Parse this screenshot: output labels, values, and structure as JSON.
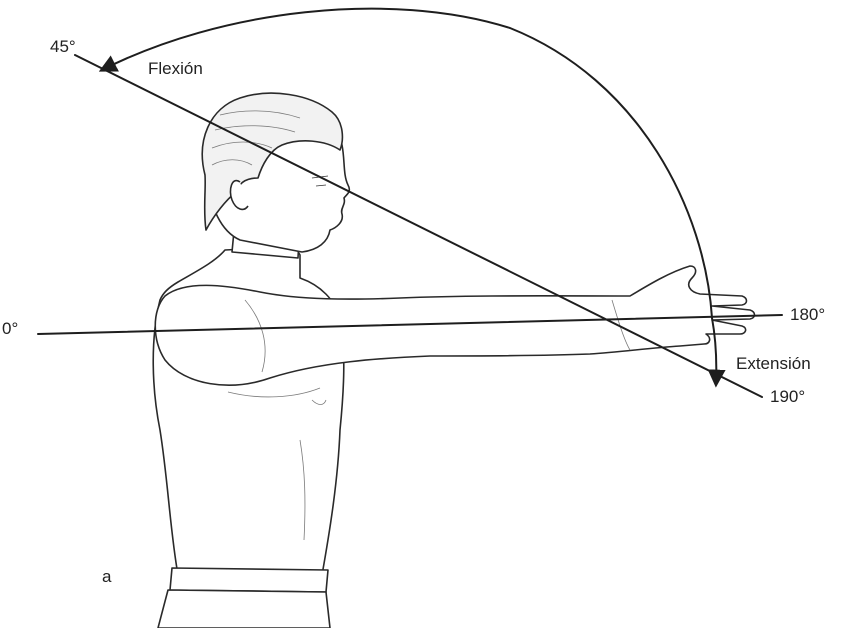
{
  "figure": {
    "panel_label": "a",
    "angles": {
      "start": "0°",
      "flexion_end": "180°",
      "extension_end": "190°",
      "back_limit": "45°"
    },
    "movements": {
      "flexion": "Flexión",
      "extension": "Extensión"
    },
    "colors": {
      "ink": "#1e1e1e",
      "background": "#ffffff"
    }
  }
}
